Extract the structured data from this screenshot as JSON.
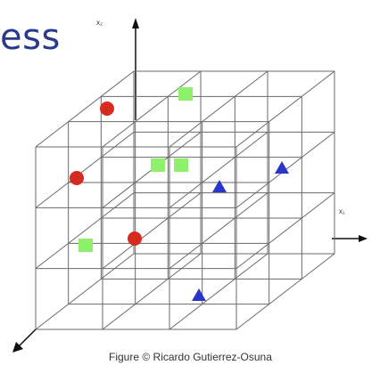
{
  "slide": {
    "title_fragment": "ess"
  },
  "axes": {
    "x1_label": "x₁",
    "x2_label": "x₂"
  },
  "caption": "Figure © Ricardo Gutierrez-Osuna",
  "classes": [
    {
      "shape": "circle",
      "color": "#d62b20",
      "count": 3
    },
    {
      "shape": "square",
      "color": "#8ef06b",
      "count": 4
    },
    {
      "shape": "triangle",
      "color": "#2a35c9",
      "count": 3
    }
  ],
  "colors": {
    "grid": "#666666",
    "axis": "#111111",
    "title": "#2a3a8a"
  }
}
